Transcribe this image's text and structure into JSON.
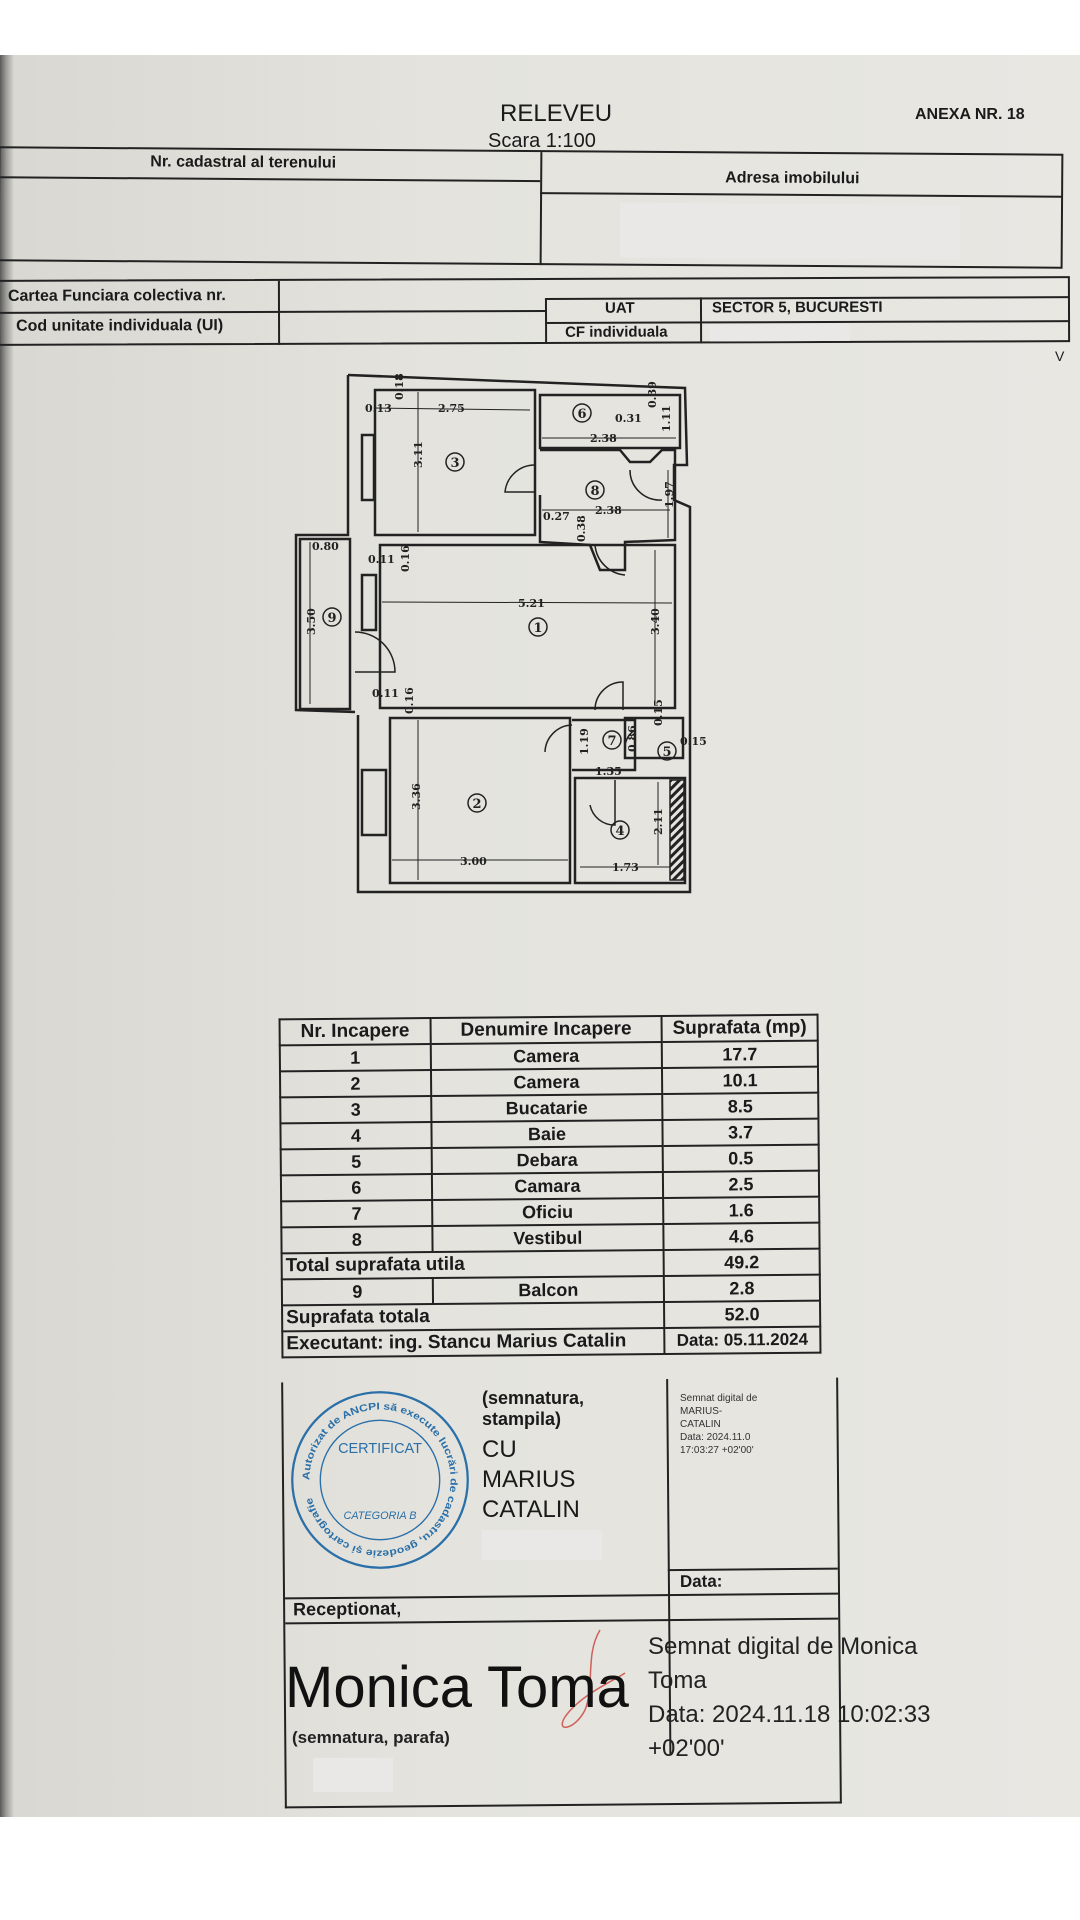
{
  "header": {
    "title": "RELEVEU",
    "scale": "Scara 1:100",
    "annex": "ANEXA NR. 18",
    "cadastral_label": "Nr. cadastral al terenului",
    "address_label": "Adresa imobilului",
    "cf_collective_label": "Cartea Funciara colectiva nr.",
    "unit_code_label": "Cod unitate individuala (UI)",
    "uat_label": "UAT",
    "uat_value": "SECTOR 5, BUCURESTI",
    "cf_individual_label": "CF individuala",
    "corner_mark": "V"
  },
  "floor_plan": {
    "rooms": [
      "1",
      "2",
      "3",
      "4",
      "5",
      "6",
      "7",
      "8",
      "9"
    ],
    "dimensions": [
      "2.75",
      "3.11",
      "0.13",
      "0.18",
      "2.38",
      "0.31",
      "0.39",
      "1.11",
      "2.38",
      "1.97",
      "0.27",
      "0.38",
      "0.80",
      "0.11",
      "0.16",
      "5.21",
      "3.40",
      "3.50",
      "0.11",
      "0.16",
      "1.19",
      "0.86",
      "0.15",
      "0.15",
      "1.35",
      "3.36",
      "3.00",
      "2.11",
      "1.73"
    ]
  },
  "room_table": {
    "headers": [
      "Nr. Incapere",
      "Denumire Incapere",
      "Suprafata (mp)"
    ],
    "rows": [
      {
        "nr": "1",
        "name": "Camera",
        "area": "17.7"
      },
      {
        "nr": "2",
        "name": "Camera",
        "area": "10.1"
      },
      {
        "nr": "3",
        "name": "Bucatarie",
        "area": "8.5"
      },
      {
        "nr": "4",
        "name": "Baie",
        "area": "3.7"
      },
      {
        "nr": "5",
        "name": "Debara",
        "area": "0.5"
      },
      {
        "nr": "6",
        "name": "Camara",
        "area": "2.5"
      },
      {
        "nr": "7",
        "name": "Oficiu",
        "area": "1.6"
      },
      {
        "nr": "8",
        "name": "Vestibul",
        "area": "4.6"
      }
    ],
    "total_useful_label": "Total suprafata utila",
    "total_useful": "49.2",
    "balcony": {
      "nr": "9",
      "name": "Balcon",
      "area": "2.8"
    },
    "total_label": "Suprafata totala",
    "total": "52.0"
  },
  "signatures": {
    "executant": "Executant: ing. Stancu Marius Catalin",
    "executant_date": "Data: 05.11.2024",
    "executant_sign_hint": "(semnatura, stampila)",
    "executant_name_overlay_1": "CU",
    "executant_name_overlay_2": "MARIUS",
    "executant_name_overlay_3": "CATALIN",
    "digital_sig_small_1": "Semnat digital de",
    "digital_sig_small_2": "MARIUS-",
    "digital_sig_small_3": "CATALIN",
    "digital_sig_small_4": "Data: 2024.11.0",
    "digital_sig_small_5": "17:03:27 +02'00'",
    "stamp_ring": "Autorizat de ANCPI să execute lucrări de cadastru, geodezie şi cartografie",
    "stamp_center": "CERTIFICAT",
    "stamp_bottom": "CATEGORIA B",
    "received_label": "Receptionat,",
    "received_date_label": "Data:",
    "received_signer": "Monica Toma",
    "received_sign_hint": "(semnatura, parafa)",
    "received_digital_1": "Semnat digital de Monica",
    "received_digital_2": "Toma",
    "received_digital_3": "Data: 2024.11.18 10:02:33",
    "received_digital_4": "+02'00'"
  },
  "colors": {
    "stamp_blue": "#2a6fa8",
    "signature_red": "#d0605a",
    "ink": "#1a1a1a"
  }
}
